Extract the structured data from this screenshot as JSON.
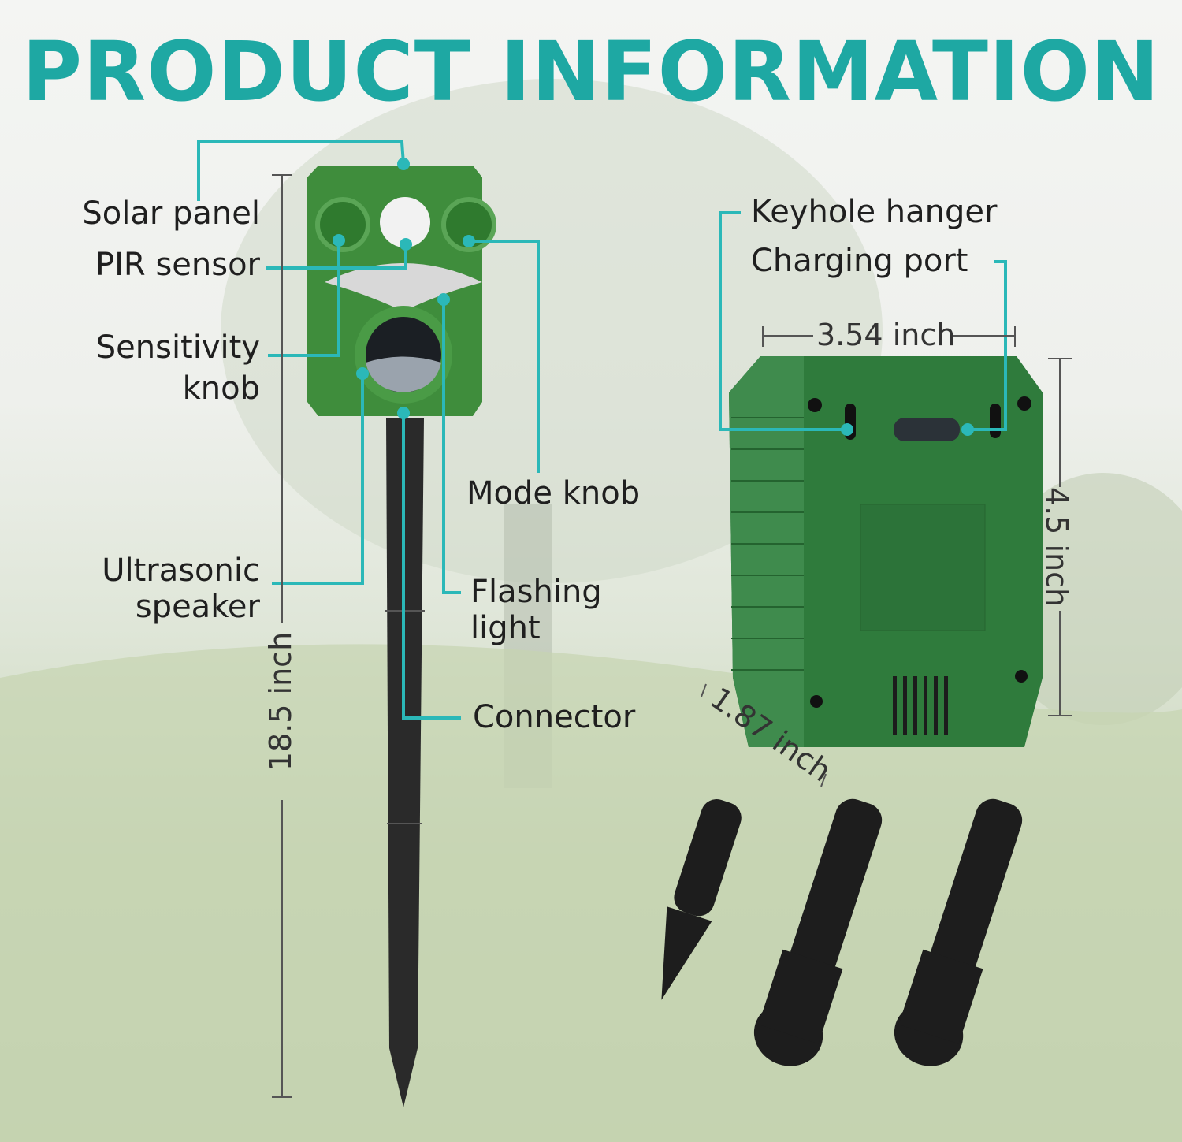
{
  "title": "PRODUCT INFORMATION",
  "labels": {
    "solar_panel": "Solar panel",
    "pir_sensor": "PIR sensor",
    "sensitivity_knob": [
      "Sensitivity",
      "knob"
    ],
    "ultrasonic_speaker": [
      "Ultrasonic",
      "speaker"
    ],
    "mode_knob": "Mode knob",
    "flashing_light": [
      "Flashing",
      "light"
    ],
    "connector": "Connector",
    "keyhole_hanger": "Keyhole hanger",
    "charging_port": "Charging port"
  },
  "dimensions": {
    "height_total": "18.5 inch",
    "width": "3.54 inch",
    "height_body": "4.5 inch",
    "depth": "1.87 inch"
  },
  "colors": {
    "accent": "#1ea8a3",
    "leader": "#2bb8b8",
    "device": "#3d8a3d"
  }
}
